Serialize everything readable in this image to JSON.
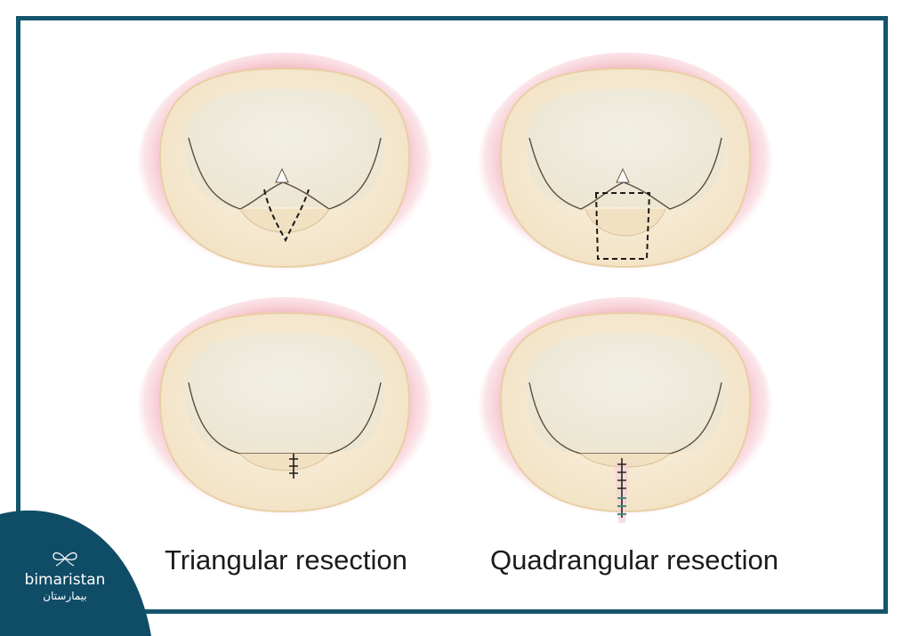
{
  "labels": {
    "left": "Triangular resection",
    "right": "Quadrangular resection"
  },
  "logo": {
    "name": "bimaristan",
    "subtitle": "بيمارستان",
    "icon": "butterfly-icon"
  },
  "colors": {
    "frame": "#14556b",
    "logo_bg": "#0f4c66",
    "tissue": "#f6ecd6",
    "halo": "#f2a6b4",
    "suture_green": "#2e8a78"
  }
}
